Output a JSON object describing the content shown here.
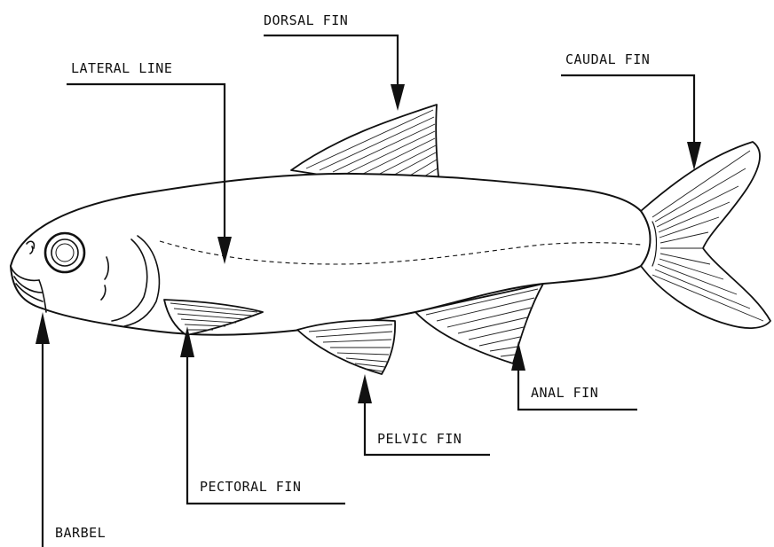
{
  "labels": {
    "dorsal_fin": "DORSAL FIN",
    "lateral_line": "LATERAL LINE",
    "caudal_fin": "CAUDAL FIN",
    "anal_fin": "ANAL FIN",
    "pelvic_fin": "PELVIC FIN",
    "pectoral_fin": "PECTORAL FIN",
    "barbel": "BARBEL"
  }
}
